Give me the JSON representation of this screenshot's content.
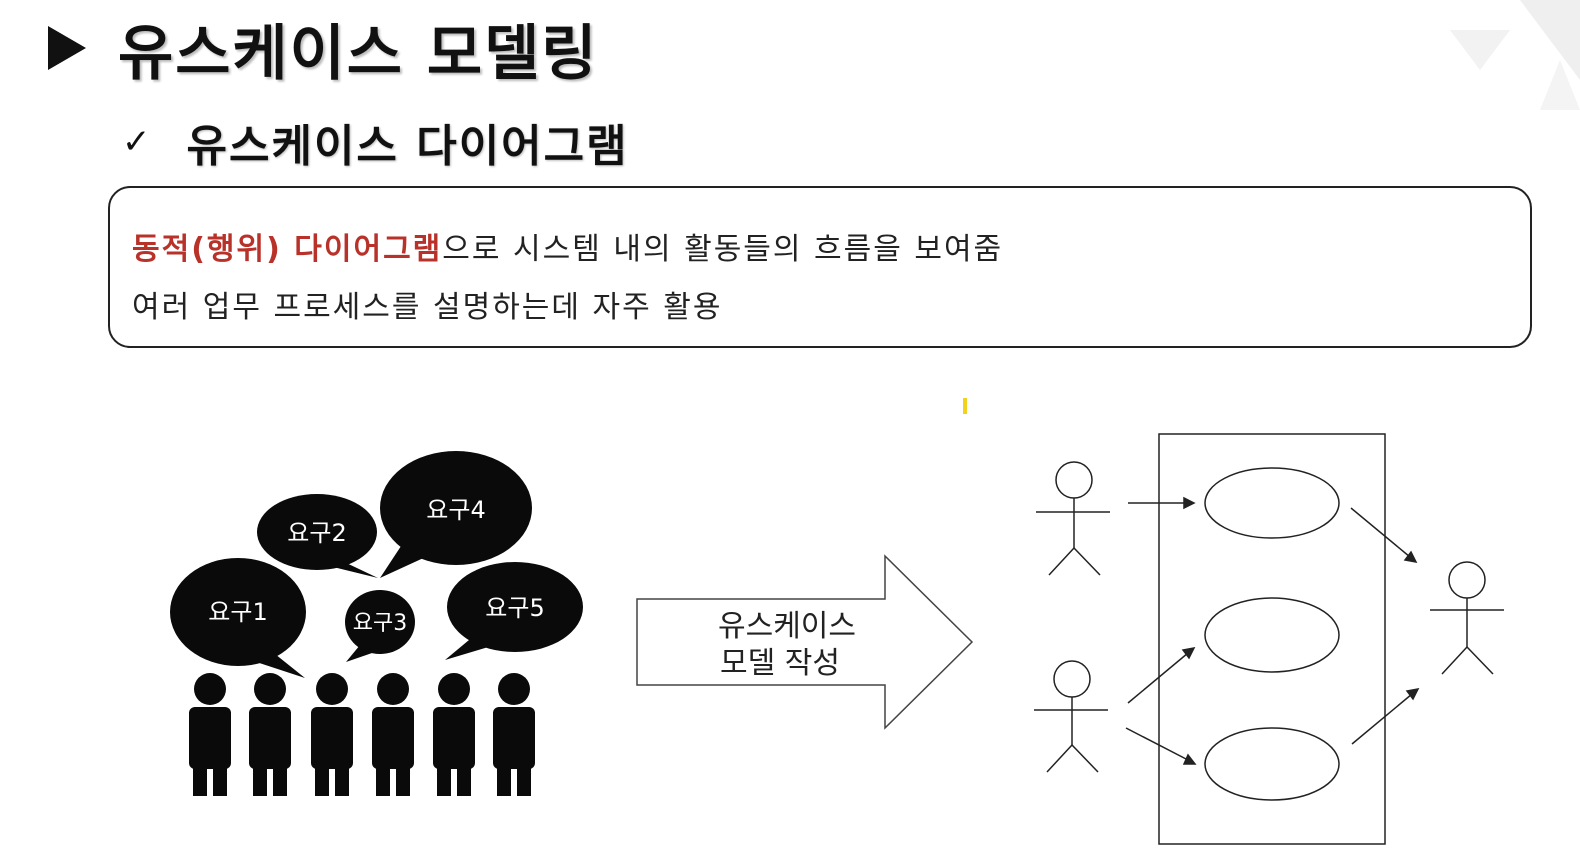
{
  "slide": {
    "title": "유스케이스 모델링",
    "subtitle": "유스케이스 다이어그램",
    "check_glyph": "✓",
    "description": {
      "line1_highlight": "동적(행위) 다이어그램",
      "line1_rest": "으로 시스템 내의 활동들의 흐름을 보여줌",
      "line2": "여러 업무 프로세스를 설명하는데 자주 활용"
    },
    "colors": {
      "highlight": "#b8322a",
      "text": "#111111"
    }
  },
  "illustration": {
    "bubbles": [
      "요구1",
      "요구2",
      "요구3",
      "요구4",
      "요구5"
    ],
    "arrow_label_line1": "유스케이스",
    "arrow_label_line2": "모델 작성"
  }
}
